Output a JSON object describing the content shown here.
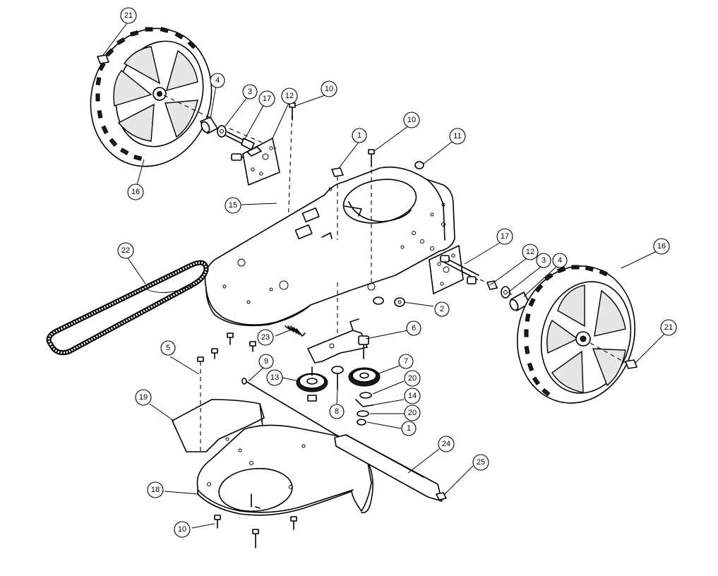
{
  "callouts": [
    {
      "id": "c21a",
      "label": "21"
    },
    {
      "id": "c4a",
      "label": "4"
    },
    {
      "id": "c3a",
      "label": "3"
    },
    {
      "id": "c17a",
      "label": "17"
    },
    {
      "id": "c12a",
      "label": "12"
    },
    {
      "id": "c10a",
      "label": "10"
    },
    {
      "id": "c10b",
      "label": "10"
    },
    {
      "id": "c1a",
      "label": "1"
    },
    {
      "id": "c11",
      "label": "11"
    },
    {
      "id": "c16a",
      "label": "16"
    },
    {
      "id": "c15",
      "label": "15"
    },
    {
      "id": "c22",
      "label": "22"
    },
    {
      "id": "c17b",
      "label": "17"
    },
    {
      "id": "c12b",
      "label": "12"
    },
    {
      "id": "c3b",
      "label": "3"
    },
    {
      "id": "c4b",
      "label": "4"
    },
    {
      "id": "c16b",
      "label": "16"
    },
    {
      "id": "c21b",
      "label": "21"
    },
    {
      "id": "c2",
      "label": "2"
    },
    {
      "id": "c23",
      "label": "23"
    },
    {
      "id": "c6",
      "label": "6"
    },
    {
      "id": "c5",
      "label": "5"
    },
    {
      "id": "c9",
      "label": "9"
    },
    {
      "id": "c7",
      "label": "7"
    },
    {
      "id": "c13",
      "label": "13"
    },
    {
      "id": "c20a",
      "label": "20"
    },
    {
      "id": "c14",
      "label": "14"
    },
    {
      "id": "c8",
      "label": "8"
    },
    {
      "id": "c20b",
      "label": "20"
    },
    {
      "id": "c1b",
      "label": "1"
    },
    {
      "id": "c19",
      "label": "19"
    },
    {
      "id": "c24",
      "label": "24"
    },
    {
      "id": "c25",
      "label": "25"
    },
    {
      "id": "c18",
      "label": "18"
    },
    {
      "id": "c10c",
      "label": "10"
    }
  ]
}
